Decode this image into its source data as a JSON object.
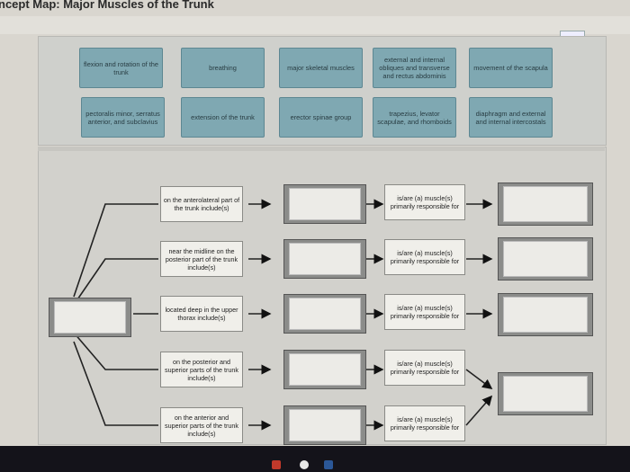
{
  "page": {
    "title": "ncept Map: Major Muscles of the Trunk"
  },
  "chips": [
    {
      "id": "flexion",
      "label": "flexion and rotation of the trunk"
    },
    {
      "id": "breathing",
      "label": "breathing"
    },
    {
      "id": "major-skeletal",
      "label": "major skeletal muscles"
    },
    {
      "id": "external-internal",
      "label": "external and internal obliques and transverse and rectus abdominis"
    },
    {
      "id": "movement-scapula",
      "label": "movement of the scapula"
    },
    {
      "id": "pectoralis",
      "label": "pectoralis minor, serratus anterior, and subclavius"
    },
    {
      "id": "extension",
      "label": "extension of the trunk"
    },
    {
      "id": "erector",
      "label": "erector spinae group"
    },
    {
      "id": "trapezius",
      "label": "trapezius, levator scapulae, and rhomboids"
    },
    {
      "id": "diaphragm",
      "label": "diaphragm and external and internal intercostals"
    }
  ],
  "map": {
    "rows": [
      {
        "location": "on the anterolateral part of the trunk include(s)",
        "relation": "is/are (a) muscle(s) primarily responsible for"
      },
      {
        "location": "near the midline on the posterior part of the trunk include(s)",
        "relation": "is/are (a) muscle(s) primarily responsible for"
      },
      {
        "location": "located deep in the upper thorax include(s)",
        "relation": "is/are (a) muscle(s) primarily responsible for"
      },
      {
        "location": "on the posterior and superior parts of the trunk include(s)",
        "relation": "is/are (a) muscle(s) primarily responsible for"
      },
      {
        "location": "on the anterior and superior parts of the trunk include(s)",
        "relation": "is/are (a) muscle(s) primarily responsible for"
      }
    ]
  }
}
